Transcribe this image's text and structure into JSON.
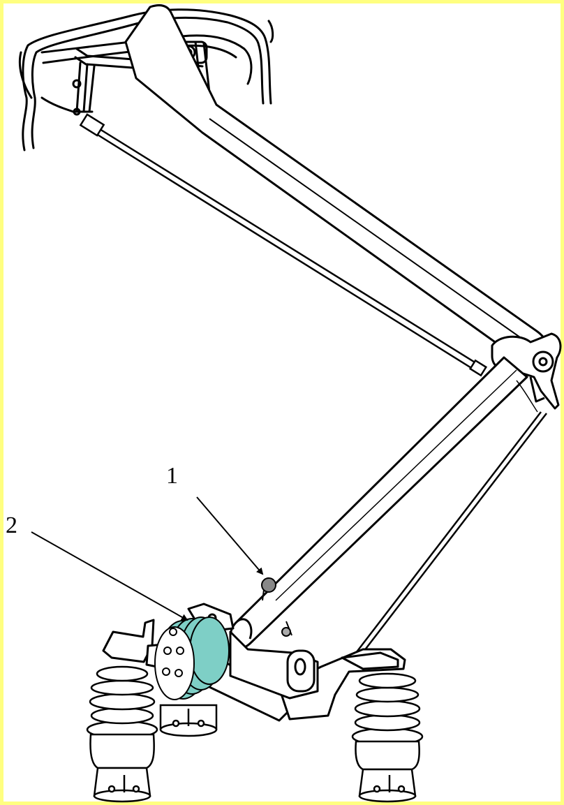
{
  "figure": {
    "subject": "pantograph",
    "labels": [
      {
        "id": "1",
        "text": "1"
      },
      {
        "id": "2",
        "text": "2"
      }
    ],
    "colors": {
      "background_border": "#ffff80",
      "highlight_ring": "#7ecfc6",
      "stroke": "#000000",
      "insulator_fill": "#ffffff"
    }
  }
}
